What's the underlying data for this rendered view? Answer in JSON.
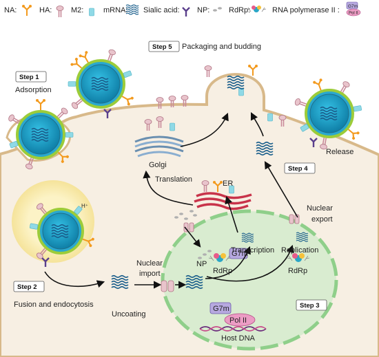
{
  "legend": {
    "na": "NA:",
    "ha": "HA:",
    "m2": "M2:",
    "mrna": "mRNA:",
    "sialic": "Sialic acid:",
    "np": "NP:",
    "rdrp": "RdRp:",
    "polii": "RNA polymerase II :",
    "g7m": "G7m",
    "pol": "Pol II"
  },
  "steps": {
    "s1": "Step 1",
    "s2": "Step 2",
    "s3": "Step 3",
    "s4": "Step 4",
    "s5": "Step 5"
  },
  "labels": {
    "adsorption": "Adsorption",
    "fusion": "Fusion and endocytosis",
    "packaging": "Packaging and budding",
    "release": "Release",
    "golgi": "Golgi",
    "translation": "Translation",
    "er": "ER",
    "nuclear_export_1": "Nuclear",
    "nuclear_export_2": "export",
    "nuclear_import_1": "Nuclear",
    "nuclear_import_2": "import",
    "np": "NP",
    "transcription": "Transcription",
    "replication": "Replication",
    "rdrp_left": "RdRp",
    "rdrp_right": "RdRp",
    "g7m_top": "G7m",
    "g7m_bottom": "G7m",
    "pol_ii": "Pol II",
    "host_dna": "Host DNA",
    "uncoating": "Uncoating",
    "h_plus": "H⁺"
  },
  "colors": {
    "cell_fill": "#f7efe3",
    "cell_edge": "#d8b98a",
    "nucleus_fill": "#d9ecd0",
    "nucleus_edge": "#8fcf8a",
    "virion_core": "#1fa3c8",
    "virion_ring": "#9ccc3a",
    "na_orange": "#f39a1e",
    "ha_pink": "#c98a9a",
    "m2_cyan": "#7fd3e0",
    "sialic_purple": "#5b3f8c",
    "mrna_blue": "#1b5f8c",
    "er_red": "#c8334a",
    "endosome_yellow": "#fbefb8"
  }
}
